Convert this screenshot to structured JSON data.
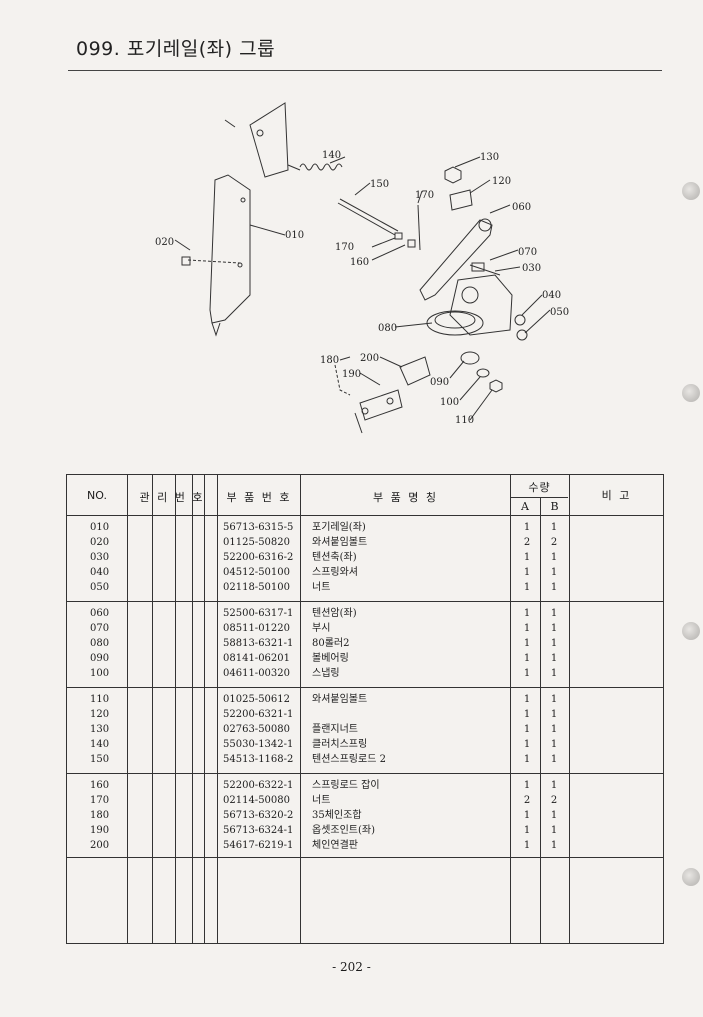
{
  "header": {
    "title": "099. 포기레일(좌) 그룹"
  },
  "diagram": {
    "labels": [
      "140",
      "150",
      "170",
      "130",
      "120",
      "060",
      "010",
      "020",
      "170",
      "160",
      "070",
      "030",
      "040",
      "050",
      "080",
      "180",
      "200",
      "190",
      "090",
      "100",
      "110"
    ]
  },
  "table": {
    "headers": {
      "no": "NO.",
      "mgmt": "관 리 번 호",
      "part_no": "부 품 번 호",
      "part_name": "부  품  명  칭",
      "qty": "수량",
      "qty_a": "A",
      "qty_b": "B",
      "remarks": "비   고"
    },
    "rows": [
      {
        "no": "010",
        "part_no": "56713-6315-5",
        "name": "포기레일(좌)",
        "a": "1",
        "b": "1"
      },
      {
        "no": "020",
        "part_no": "01125-50820",
        "name": "와셔붙임볼트",
        "a": "2",
        "b": "2"
      },
      {
        "no": "030",
        "part_no": "52200-6316-2",
        "name": "텐션축(좌)",
        "a": "1",
        "b": "1"
      },
      {
        "no": "040",
        "part_no": "04512-50100",
        "name": "스프링와셔",
        "a": "1",
        "b": "1"
      },
      {
        "no": "050",
        "part_no": "02118-50100",
        "name": "너트",
        "a": "1",
        "b": "1"
      },
      {
        "no": "060",
        "part_no": "52500-6317-1",
        "name": "텐션암(좌)",
        "a": "1",
        "b": "1"
      },
      {
        "no": "070",
        "part_no": "08511-01220",
        "name": "부시",
        "a": "1",
        "b": "1"
      },
      {
        "no": "080",
        "part_no": "58813-6321-1",
        "name": "80롤러2",
        "a": "1",
        "b": "1"
      },
      {
        "no": "090",
        "part_no": "08141-06201",
        "name": "볼베어링",
        "a": "1",
        "b": "1"
      },
      {
        "no": "100",
        "part_no": "04611-00320",
        "name": "스냅링",
        "a": "1",
        "b": "1"
      },
      {
        "no": "110",
        "part_no": "01025-50612",
        "name": "와셔붙임볼트",
        "a": "1",
        "b": "1"
      },
      {
        "no": "120",
        "part_no": "52200-6321-1",
        "name": "",
        "a": "1",
        "b": "1"
      },
      {
        "no": "130",
        "part_no": "02763-50080",
        "name": "플랜지너트",
        "a": "1",
        "b": "1"
      },
      {
        "no": "140",
        "part_no": "55030-1342-1",
        "name": "클러치스프링",
        "a": "1",
        "b": "1"
      },
      {
        "no": "150",
        "part_no": "54513-1168-2",
        "name": "텐션스프링로드 2",
        "a": "1",
        "b": "1"
      },
      {
        "no": "160",
        "part_no": "52200-6322-1",
        "name": "스프링로드 잡이",
        "a": "1",
        "b": "1"
      },
      {
        "no": "170",
        "part_no": "02114-50080",
        "name": "너트",
        "a": "2",
        "b": "2"
      },
      {
        "no": "180",
        "part_no": "56713-6320-2",
        "name": "35체인조합",
        "a": "1",
        "b": "1"
      },
      {
        "no": "190",
        "part_no": "56713-6324-1",
        "name": "옵셋조인트(좌)",
        "a": "1",
        "b": "1"
      },
      {
        "no": "200",
        "part_no": "54617-6219-1",
        "name": "체인연결판",
        "a": "1",
        "b": "1"
      }
    ]
  },
  "footer": {
    "page": "- 202 -"
  }
}
